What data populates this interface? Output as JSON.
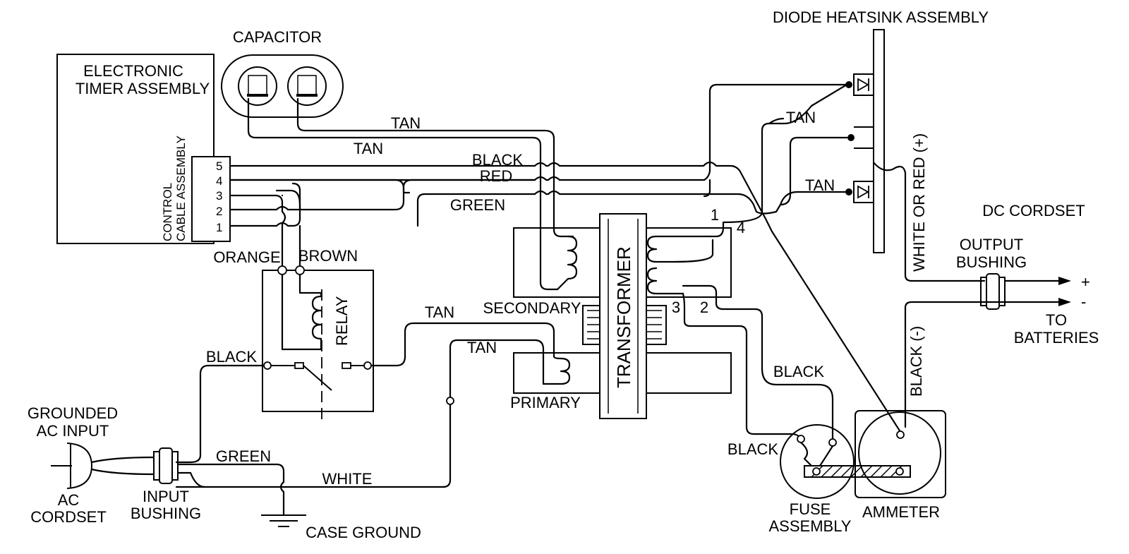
{
  "labels": {
    "diode_heatsink": "DIODE HEATSINK ASSEMBLY",
    "capacitor": "CAPACITOR",
    "timer_line1": "ELECTRONIC",
    "timer_line2": "TIMER ASSEMBLY",
    "control_cable_line1": "CONTROL",
    "control_cable_line2": "CABLE ASSEMBLY",
    "pin5": "5",
    "pin4": "4",
    "pin3": "3",
    "pin2": "2",
    "pin1": "1",
    "orange": "ORANGE",
    "brown": "BROWN",
    "relay": "RELAY",
    "black_relay": "BLACK",
    "tan_cap_a": "TAN",
    "tan_cap_b": "TAN",
    "black_top": "BLACK",
    "red_top": "RED",
    "green_top": "GREEN",
    "tan_diode_top": "TAN",
    "tan_diode_bottom": "TAN",
    "white_or_red": "WHITE OR RED (+)",
    "dc_cordset": "DC CORDSET",
    "output_bushing_line1": "OUTPUT",
    "output_bushing_line2": "BUSHING",
    "plus": "+",
    "minus": "-",
    "to_batteries_line1": "TO",
    "to_batteries_line2": "BATTERIES",
    "black_neg": "BLACK (-)",
    "transformer": "TRANSFORMER",
    "secondary": "SECONDARY",
    "primary": "PRIMARY",
    "tan_primary_a": "TAN",
    "tan_primary_b": "TAN",
    "num_1": "1",
    "num_2": "2",
    "num_3": "3",
    "num_4": "4",
    "black_fuse_right": "BLACK",
    "black_fuse_left": "BLACK",
    "fuse_line1": "FUSE",
    "fuse_line2": "ASSEMBLY",
    "ammeter": "AMMETER",
    "grounded_line1": "GROUNDED",
    "grounded_line2": "AC INPUT",
    "ac_cordset_line1": "AC",
    "ac_cordset_line2": "CORDSET",
    "input_bushing_line1": "INPUT",
    "input_bushing_line2": "BUSHING",
    "green_ground": "GREEN",
    "white_ac": "WHITE",
    "case_ground": "CASE GROUND"
  }
}
